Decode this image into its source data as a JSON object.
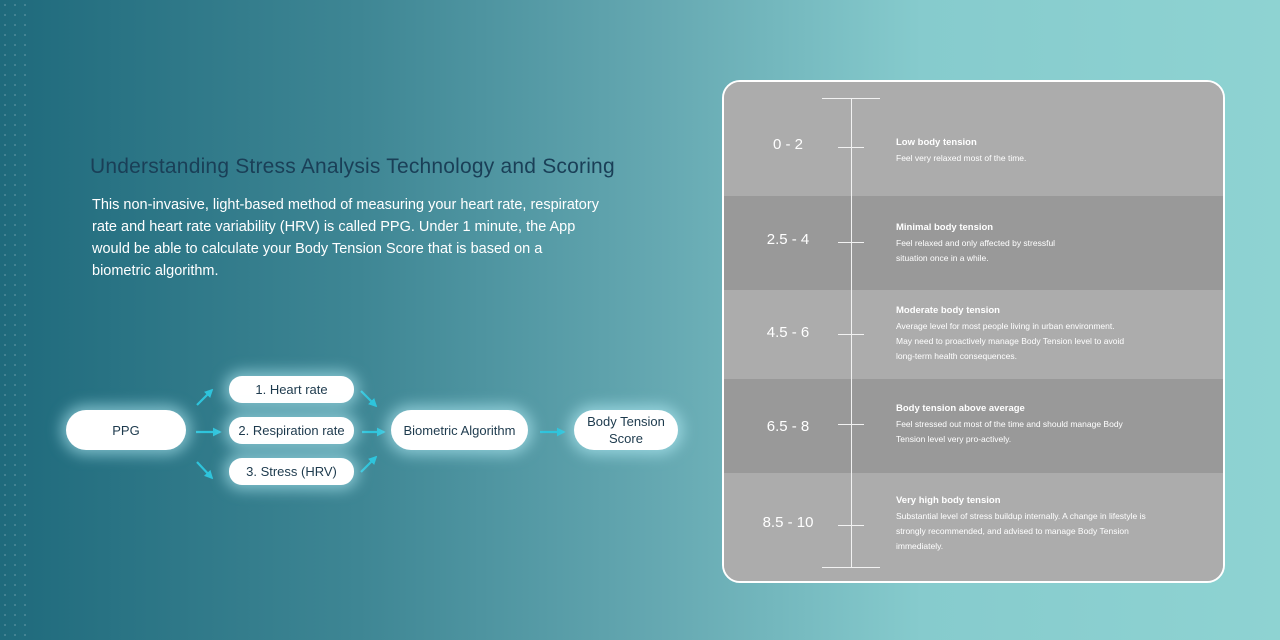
{
  "header": {
    "title": "Understanding Stress Analysis Technology and Scoring",
    "description": "This non-invasive, light-based method of measuring your heart rate, respiratory rate and heart rate variability (HRV) is called PPG. Under 1 minute, the App would be able to calculate your Body Tension Score that is based on a biometric algorithm."
  },
  "flow": {
    "source": "PPG",
    "inputs": [
      "1. Heart rate",
      "2. Respiration rate",
      "3. Stress (HRV)"
    ],
    "algorithm": "Biometric Algorithm",
    "output": "Body Tension Score"
  },
  "scale": {
    "levels": [
      {
        "range": "0 - 2",
        "title": "Low body tension",
        "lines": [
          "Feel very relaxed most of the time."
        ]
      },
      {
        "range": "2.5 - 4",
        "title": "Minimal body tension",
        "lines": [
          "Feel relaxed and only affected by stressful",
          "situation once in a while."
        ]
      },
      {
        "range": "4.5 - 6",
        "title": "Moderate body tension",
        "lines": [
          "Average level for most people living in urban environment.",
          "May need to proactively manage Body Tension level to avoid",
          "long-term health consequences."
        ]
      },
      {
        "range": "6.5 - 8",
        "title": "Body tension above average",
        "lines": [
          "Feel stressed out most of the time and should manage Body",
          "Tension level very pro-actively."
        ]
      },
      {
        "range": "8.5 - 10",
        "title": "Very high body tension",
        "lines": [
          "Substantial level of stress buildup internally. A change in lifestyle is",
          "strongly recommended, and advised to manage Body Tension",
          "immediately."
        ]
      }
    ]
  },
  "colors": {
    "accent": "#2ec4dc",
    "title": "#1a3f57",
    "band_light": "#acacac",
    "band_dark": "#999999"
  }
}
